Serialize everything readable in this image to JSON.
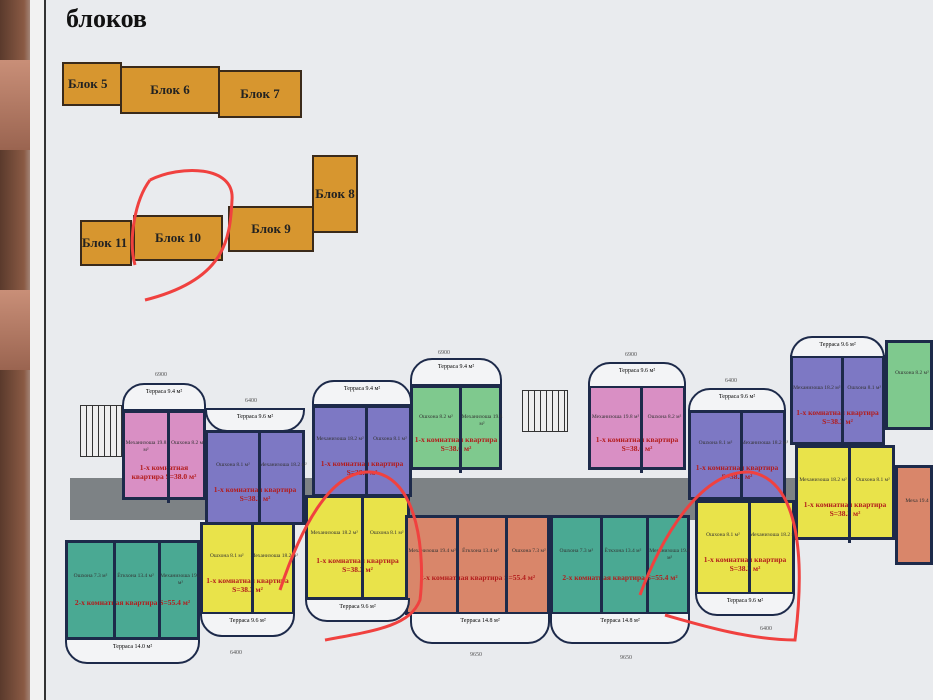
{
  "title": "блоков",
  "blocks": [
    "Блок 5",
    "Блок 6",
    "Блок 7",
    "Блок 8",
    "Блок 9",
    "Блок 10",
    "Блок 11"
  ],
  "apartments": [
    {
      "name": "1-х комнатная квартира S=38.0 м²",
      "color": "#d98fc4",
      "rooms": [
        "Механизоша 19.8 м²",
        "Ошхона 8.2 м²"
      ]
    },
    {
      "name": "1-х комнатная квартира S=38.3 м²",
      "color": "#7d78c4",
      "rooms": [
        "Ошхона 8.1 м²",
        "Механизоша 18.2 м²"
      ]
    },
    {
      "name": "1-х комнатная квартира S=38.3 м²",
      "color": "#e9e34a",
      "rooms": [
        "Ошхона 8.1 м²",
        "Механизоша 18.2 м²"
      ]
    },
    {
      "name": "2-х комнатная квартира S=55.4 м²",
      "color": "#4aa993",
      "rooms": [
        "Ошхона 7.3 м²",
        "Ёткхона 13.4 м²",
        "Механизоша 19.4 м²"
      ]
    },
    {
      "name": "1-х комнатная квартира S=38.3 м²",
      "color": "#7d78c4",
      "rooms": [
        "Механизоша 18.2 м²",
        "Ошхона 8.1 м²"
      ]
    },
    {
      "name": "1-х комнатная квартира S=38.0 м²",
      "color": "#7fc98e",
      "rooms": [
        "Ошхона 8.2 м²",
        "Механизоша 19.8 м²"
      ]
    },
    {
      "name": "1-х комнатная квартира S=38.0 м²",
      "color": "#d98fc4",
      "rooms": [
        "Механизоша 19.8 м²",
        "Ошхона 8.2 м²"
      ]
    },
    {
      "name": "1-х комнатная квартира S=38.3 м²",
      "color": "#7d78c4",
      "rooms": [
        "Ошхона 8.1 м²",
        "Механизоша 18.2 м²"
      ]
    },
    {
      "name": "1-х комнатная квартира S=38.3 м²",
      "color": "#e9e34a",
      "rooms": [
        "Механизоша 18.2 м²",
        "Ошхона 8.1 м²"
      ]
    },
    {
      "name": "2-х комнатная квартира S=55.4 м²",
      "color": "#d9866a",
      "rooms": [
        "Механизоша 19.4 м²",
        "Ёткхона 13.4 м²",
        "Ошхона 7.3 м²"
      ]
    },
    {
      "name": "2-х комнатная квартира S=55.4 м²",
      "color": "#4aa993",
      "rooms": [
        "Ошхона 7.3 м²",
        "Ёткхона 13.4 м²",
        "Механизоша 19.4 м²"
      ]
    },
    {
      "name": "1-х комнатная квартира S=38.3 м²",
      "color": "#e9e34a",
      "rooms": [
        "Ошхона 8.1 м²",
        "Механизоша 18.2 м²"
      ]
    },
    {
      "name": "1-х комнатная квартира S=38.3 м²",
      "color": "#7d78c4",
      "rooms": [
        "Механизоша 18.2 м²",
        "Ошхона 8.1 м²"
      ]
    },
    {
      "name": "1-х комнатная квартира S=38.3 м²",
      "color": "#e9e34a",
      "rooms": [
        "Механизоша 18.2 м²",
        "Ошхона 8.1 м²"
      ]
    },
    {
      "name": "",
      "color": "#7fc98e",
      "rooms": [
        "Ошхона 8.2 м²"
      ]
    },
    {
      "name": "",
      "color": "#d9866a",
      "rooms": [
        "Меха 19.4"
      ]
    }
  ],
  "terraces": [
    "Терраса 9.4 м²",
    "Терраса 9.6 м²",
    "Терраса 9.4 м²",
    "Терраса 9.4 м²",
    "Терраса 9.6 м²",
    "Терраса 9.6 м²",
    "Терраса 9.6 м²",
    "Терраса 14.0 м²",
    "Терраса 14.8 м²",
    "Терраса 14.8 м²",
    "Терраса 9.6 м²",
    "Терраса 9.6 м²",
    "Терраса 9.6 м²"
  ],
  "dimensions": [
    "6900",
    "6400",
    "6900",
    "6900",
    "6400",
    "6400",
    "9650",
    "9650",
    "6400"
  ],
  "annotation_color": "#f0413f"
}
